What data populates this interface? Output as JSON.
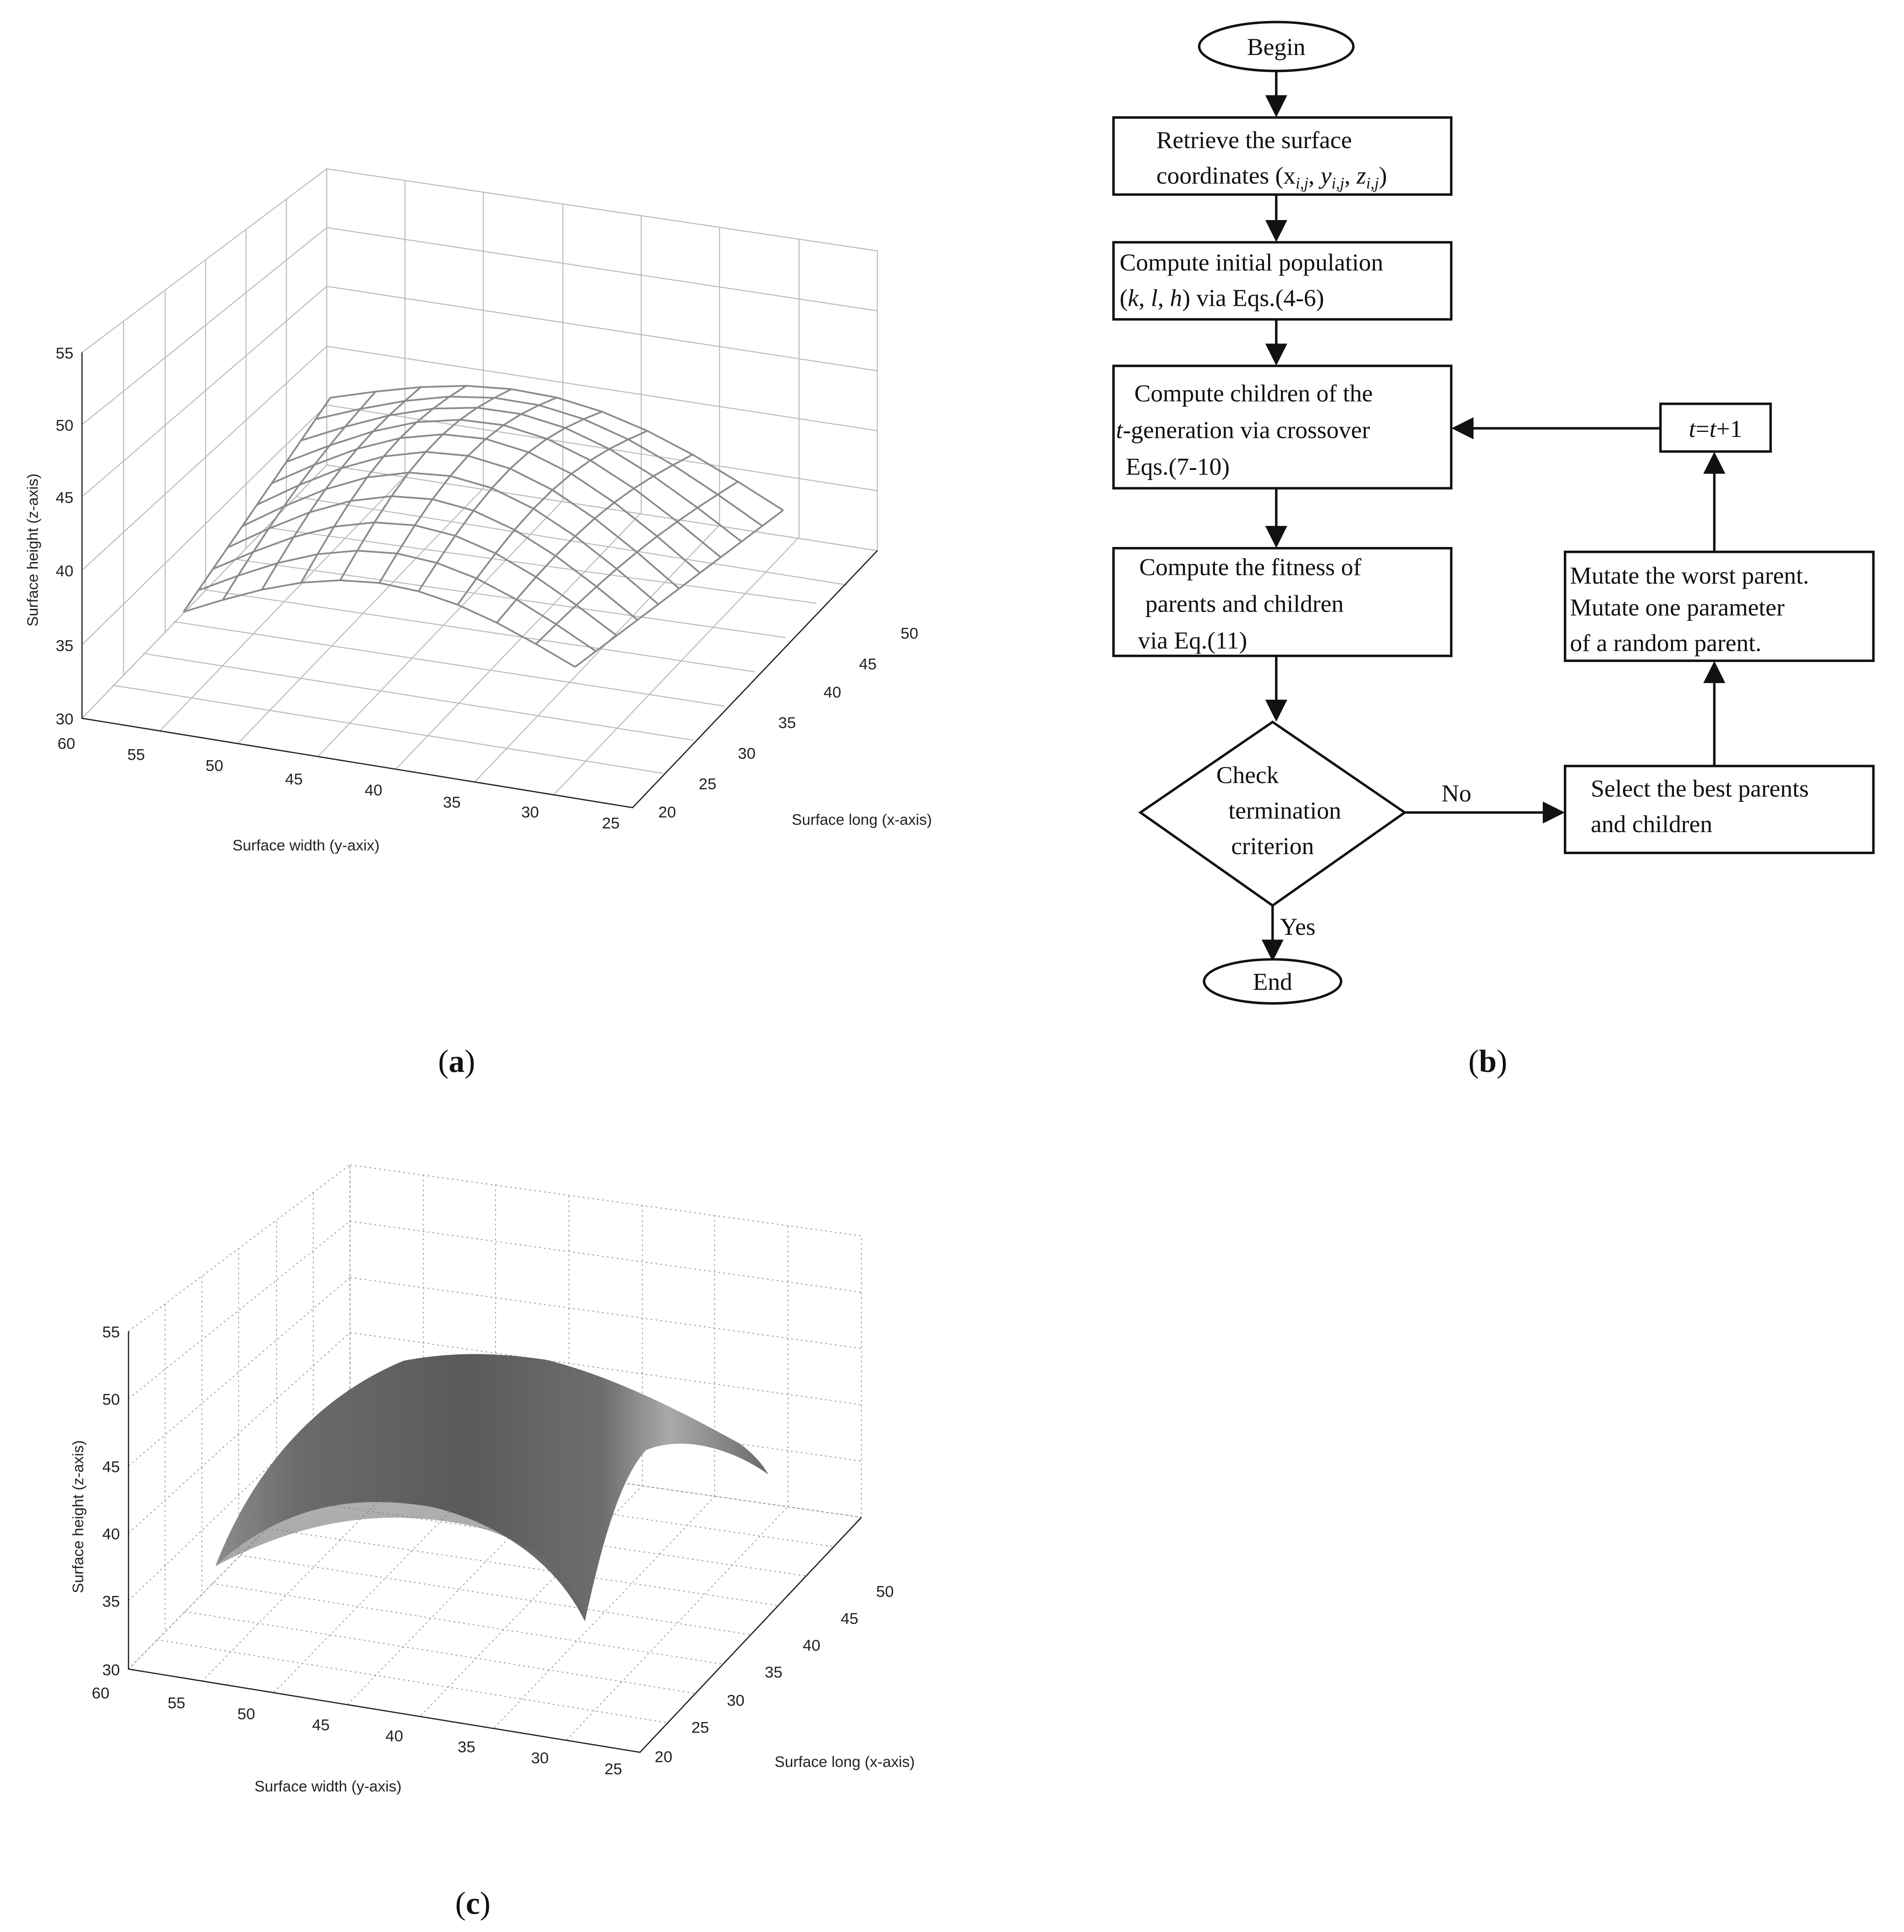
{
  "panel_a": {
    "caption": "(a)",
    "chart_data": {
      "type": "surface-wireframe",
      "zlabel": "Surface height (z-axis)",
      "ylabel": "Surface width (y-axix)",
      "xlabel": "Surface long (x-axis)",
      "z_ticks": [
        "55",
        "50",
        "45",
        "40",
        "35",
        "30"
      ],
      "y_ticks": [
        "60",
        "55",
        "50",
        "45",
        "40",
        "35",
        "30",
        "25"
      ],
      "x_ticks": [
        "50",
        "45",
        "40",
        "35",
        "30",
        "25",
        "20"
      ],
      "zlim": [
        30,
        55
      ],
      "ylim": [
        25,
        60
      ],
      "xlim": [
        20,
        50
      ],
      "grid": true
    }
  },
  "panel_c": {
    "caption": "(c)",
    "chart_data": {
      "type": "surface-shaded",
      "zlabel": "Surface height (z-axis)",
      "ylabel": "Surface width (y-axis)",
      "xlabel": "Surface long (x-axis)",
      "z_ticks": [
        "55",
        "50",
        "45",
        "40",
        "35",
        "30"
      ],
      "y_ticks": [
        "60",
        "55",
        "50",
        "45",
        "40",
        "35",
        "30",
        "25"
      ],
      "x_ticks": [
        "50",
        "45",
        "40",
        "35",
        "30",
        "25",
        "20"
      ],
      "zlim": [
        30,
        55
      ],
      "ylim": [
        25,
        60
      ],
      "xlim": [
        20,
        50
      ],
      "grid": true
    }
  },
  "panel_b": {
    "caption": "(b)",
    "begin": "Begin",
    "end": "End",
    "step1_line1": "Retrieve the surface",
    "step1_line2": "coordinates (x",
    "step2_line1": "Compute initial population",
    "step2_line2": ") via Eqs.(4-6)",
    "step3_line1": "Compute children of the",
    "step3_line2": "-generation via crossover",
    "step3_line3": "Eqs.(7-10)",
    "step4_line1": "Compute the fitness of",
    "step4_line2": "parents and children",
    "step4_line3": "via Eq.(11)",
    "decision_line1": "Check",
    "decision_line2": "termination",
    "decision_line3": "criterion",
    "no_label": "No",
    "yes_label": "Yes",
    "select_line1": "Select the best parents",
    "select_line2": "and children",
    "mutate_line1": "Mutate the worst parent.",
    "mutate_line2": "Mutate one parameter",
    "mutate_line3": "of a random parent.",
    "increment_label": "t=t+1"
  }
}
